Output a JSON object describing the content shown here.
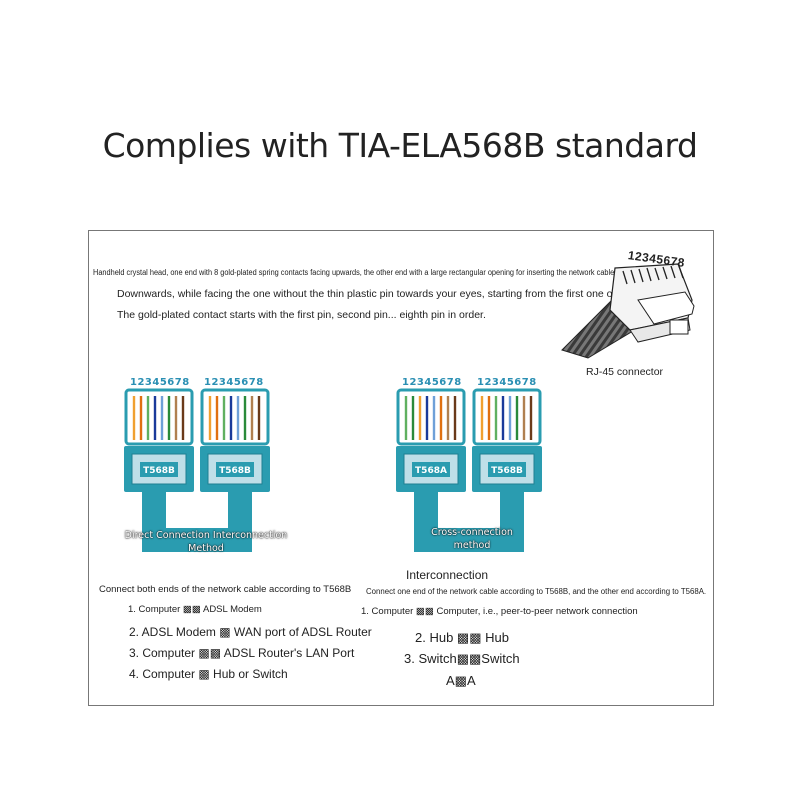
{
  "title": "Complies with TIA-ELA568B standard",
  "intro": {
    "line1": "Handheld crystal head, one end with 8 gold-plated spring contacts facing upwards, the other end with a large rectangular opening for inserting the network cable",
    "line2": "Downwards, while facing the one without the thin plastic pin towards your eyes, starting from the first one on the left",
    "line3": "The gold-plated contact starts with the first pin, second pin... eighth pin in order."
  },
  "connector": {
    "pin_numbers": "12345678",
    "caption": "RJ-45 connector"
  },
  "direct": {
    "left_pins": "12345678",
    "right_pins": "12345678",
    "left_standard": "T568B",
    "right_standard": "T568B",
    "label_line1": "Direct Connection Interconnection",
    "label_line2": "Method",
    "heading": "Connect both ends of the network cable according to T568B",
    "items": [
      "1. Computer ▩▩ ADSL Modem",
      "2. ADSL Modem ▩ WAN port of ADSL Router",
      "3. Computer ▩▩ ADSL Router's LAN Port",
      "4. Computer ▩ Hub or Switch"
    ]
  },
  "cross": {
    "left_pins": "12345678",
    "right_pins": "12345678",
    "left_standard": "T568A",
    "right_standard": "T568B",
    "label_line1": "Cross-connection",
    "label_line2": "method",
    "section_title": "Interconnection",
    "heading": "Connect one end of the network cable according to T568B, and the other end according to T568A.",
    "items": [
      "1. Computer ▩▩ Computer, i.e., peer-to-peer network connection",
      "2. Hub ▩▩ Hub",
      "3. Switch▩▩Switch",
      "A▩A"
    ]
  },
  "colors": {
    "teal": "#2a9cb0",
    "teal_dark": "#1f7f92",
    "blue_text": "#2a8fb3"
  }
}
